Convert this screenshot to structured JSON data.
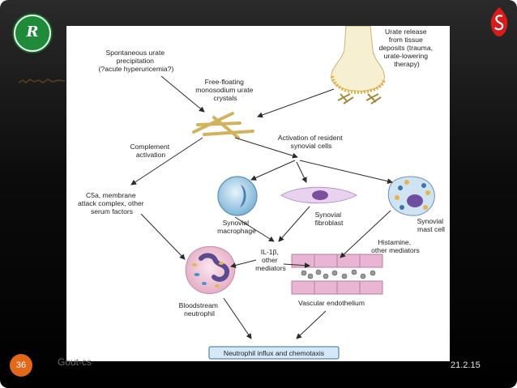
{
  "slide": {
    "number": "36",
    "footer_left": "Gout-cs",
    "footer_right": "21.2.15",
    "logo_left_text": "R"
  },
  "diagram": {
    "urate_release": [
      "Urate release",
      "from tissue",
      "deposits (trauma,",
      "urate-lowering",
      "therapy)"
    ],
    "spontaneous": [
      "Spontaneous urate",
      "precipitation",
      "(?acute hyperuricemia?)"
    ],
    "free_floating": [
      "Free-floating",
      "monosodium urate",
      "crystals"
    ],
    "complement": [
      "Complement",
      "activation"
    ],
    "activation_resident": [
      "Activation of resident",
      "synovial cells"
    ],
    "c5a": [
      "C5a, membrane",
      "attack complex, other",
      "serum factors"
    ],
    "macrophage": [
      "Synovial",
      "macrophage"
    ],
    "fibroblast": [
      "Synovial",
      "fibroblast"
    ],
    "mast_cell": [
      "Synovial",
      "mast cell"
    ],
    "histamine": [
      "Histamine,",
      "other mediators"
    ],
    "il1": [
      "IL-1β,",
      "other",
      "mediators"
    ],
    "bloodstream": [
      "Bloodstream",
      "neutrophil"
    ],
    "vascular": "Vascular endothelium",
    "neutrophil_influx": "Neutrophil influx and chemotaxis"
  }
}
